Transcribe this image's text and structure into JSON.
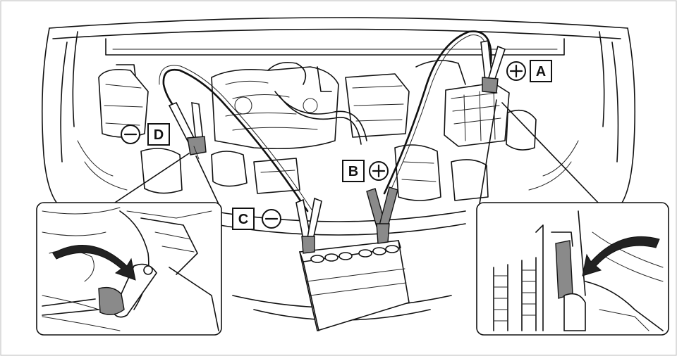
{
  "labels": {
    "a": {
      "letter": "A",
      "polarity": "positive"
    },
    "b": {
      "letter": "B",
      "polarity": "positive"
    },
    "c": {
      "letter": "C",
      "polarity": "negative"
    },
    "d": {
      "letter": "D",
      "polarity": "negative"
    }
  },
  "colors": {
    "line": "#111111",
    "clamp_fill": "#8a8a8a",
    "background": "#ffffff"
  }
}
